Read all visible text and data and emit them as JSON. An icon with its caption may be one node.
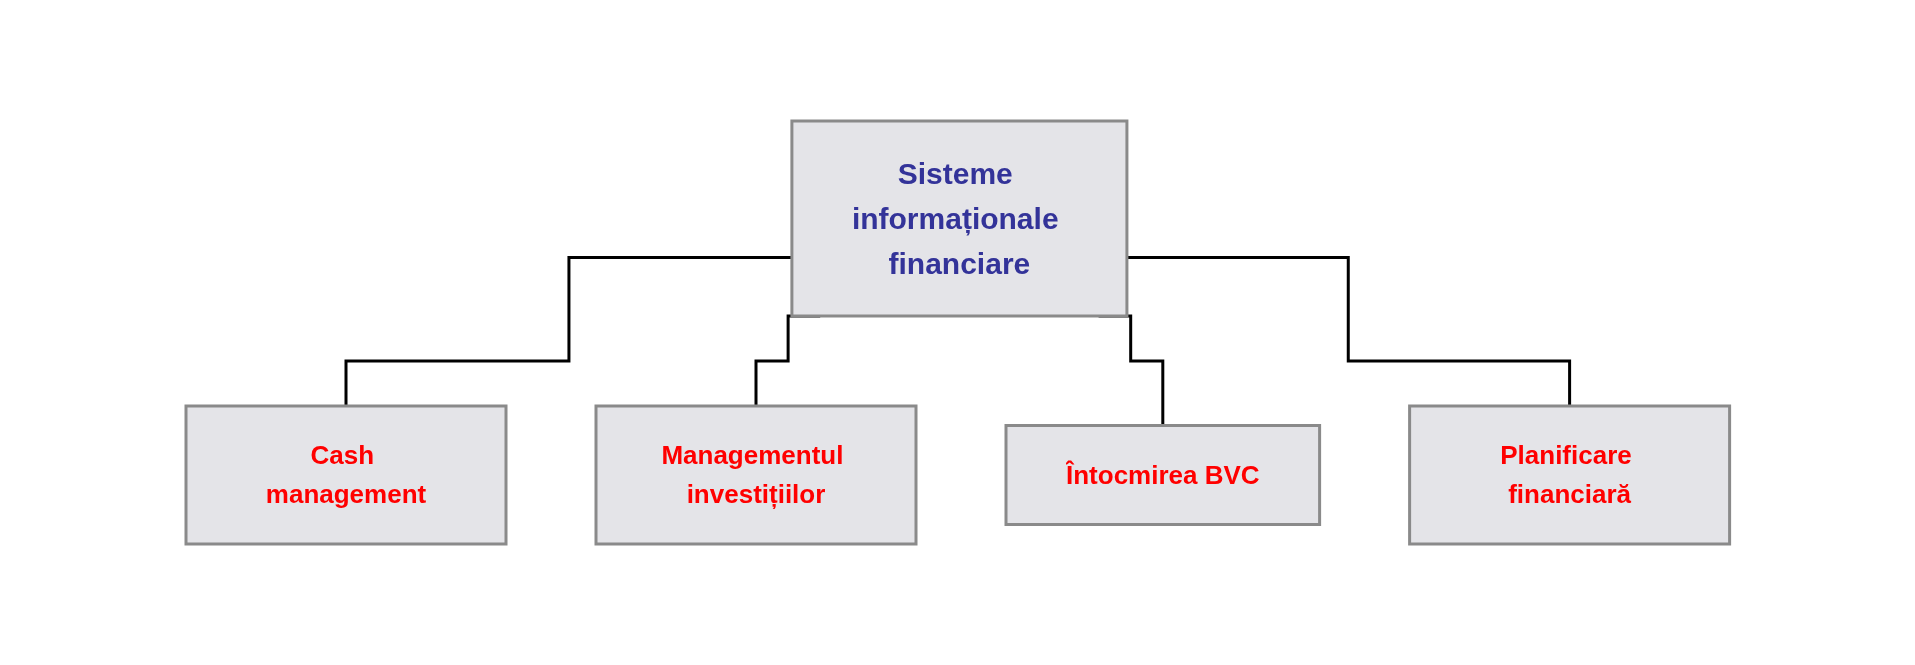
{
  "diagram": {
    "nodes": [
      {
        "text": [
          "Sisteme informaționale financiare"
        ]
      },
      {
        "text": [
          "Cash management"
        ]
      },
      {
        "text": [
          "Managementul investițiilor"
        ]
      },
      {
        "text": [
          "Întocmirea BVC"
        ]
      },
      {
        "text": [
          "Planificare financiară"
        ]
      }
    ],
    "edges": [
      {
        "from": 0,
        "to": 1,
        "arrow": "none"
      },
      {
        "from": 0,
        "to": 2,
        "arrow": "none"
      },
      {
        "from": 0,
        "to": 3,
        "arrow": "none"
      },
      {
        "from": 0,
        "to": 4,
        "arrow": "none"
      }
    ]
  }
}
